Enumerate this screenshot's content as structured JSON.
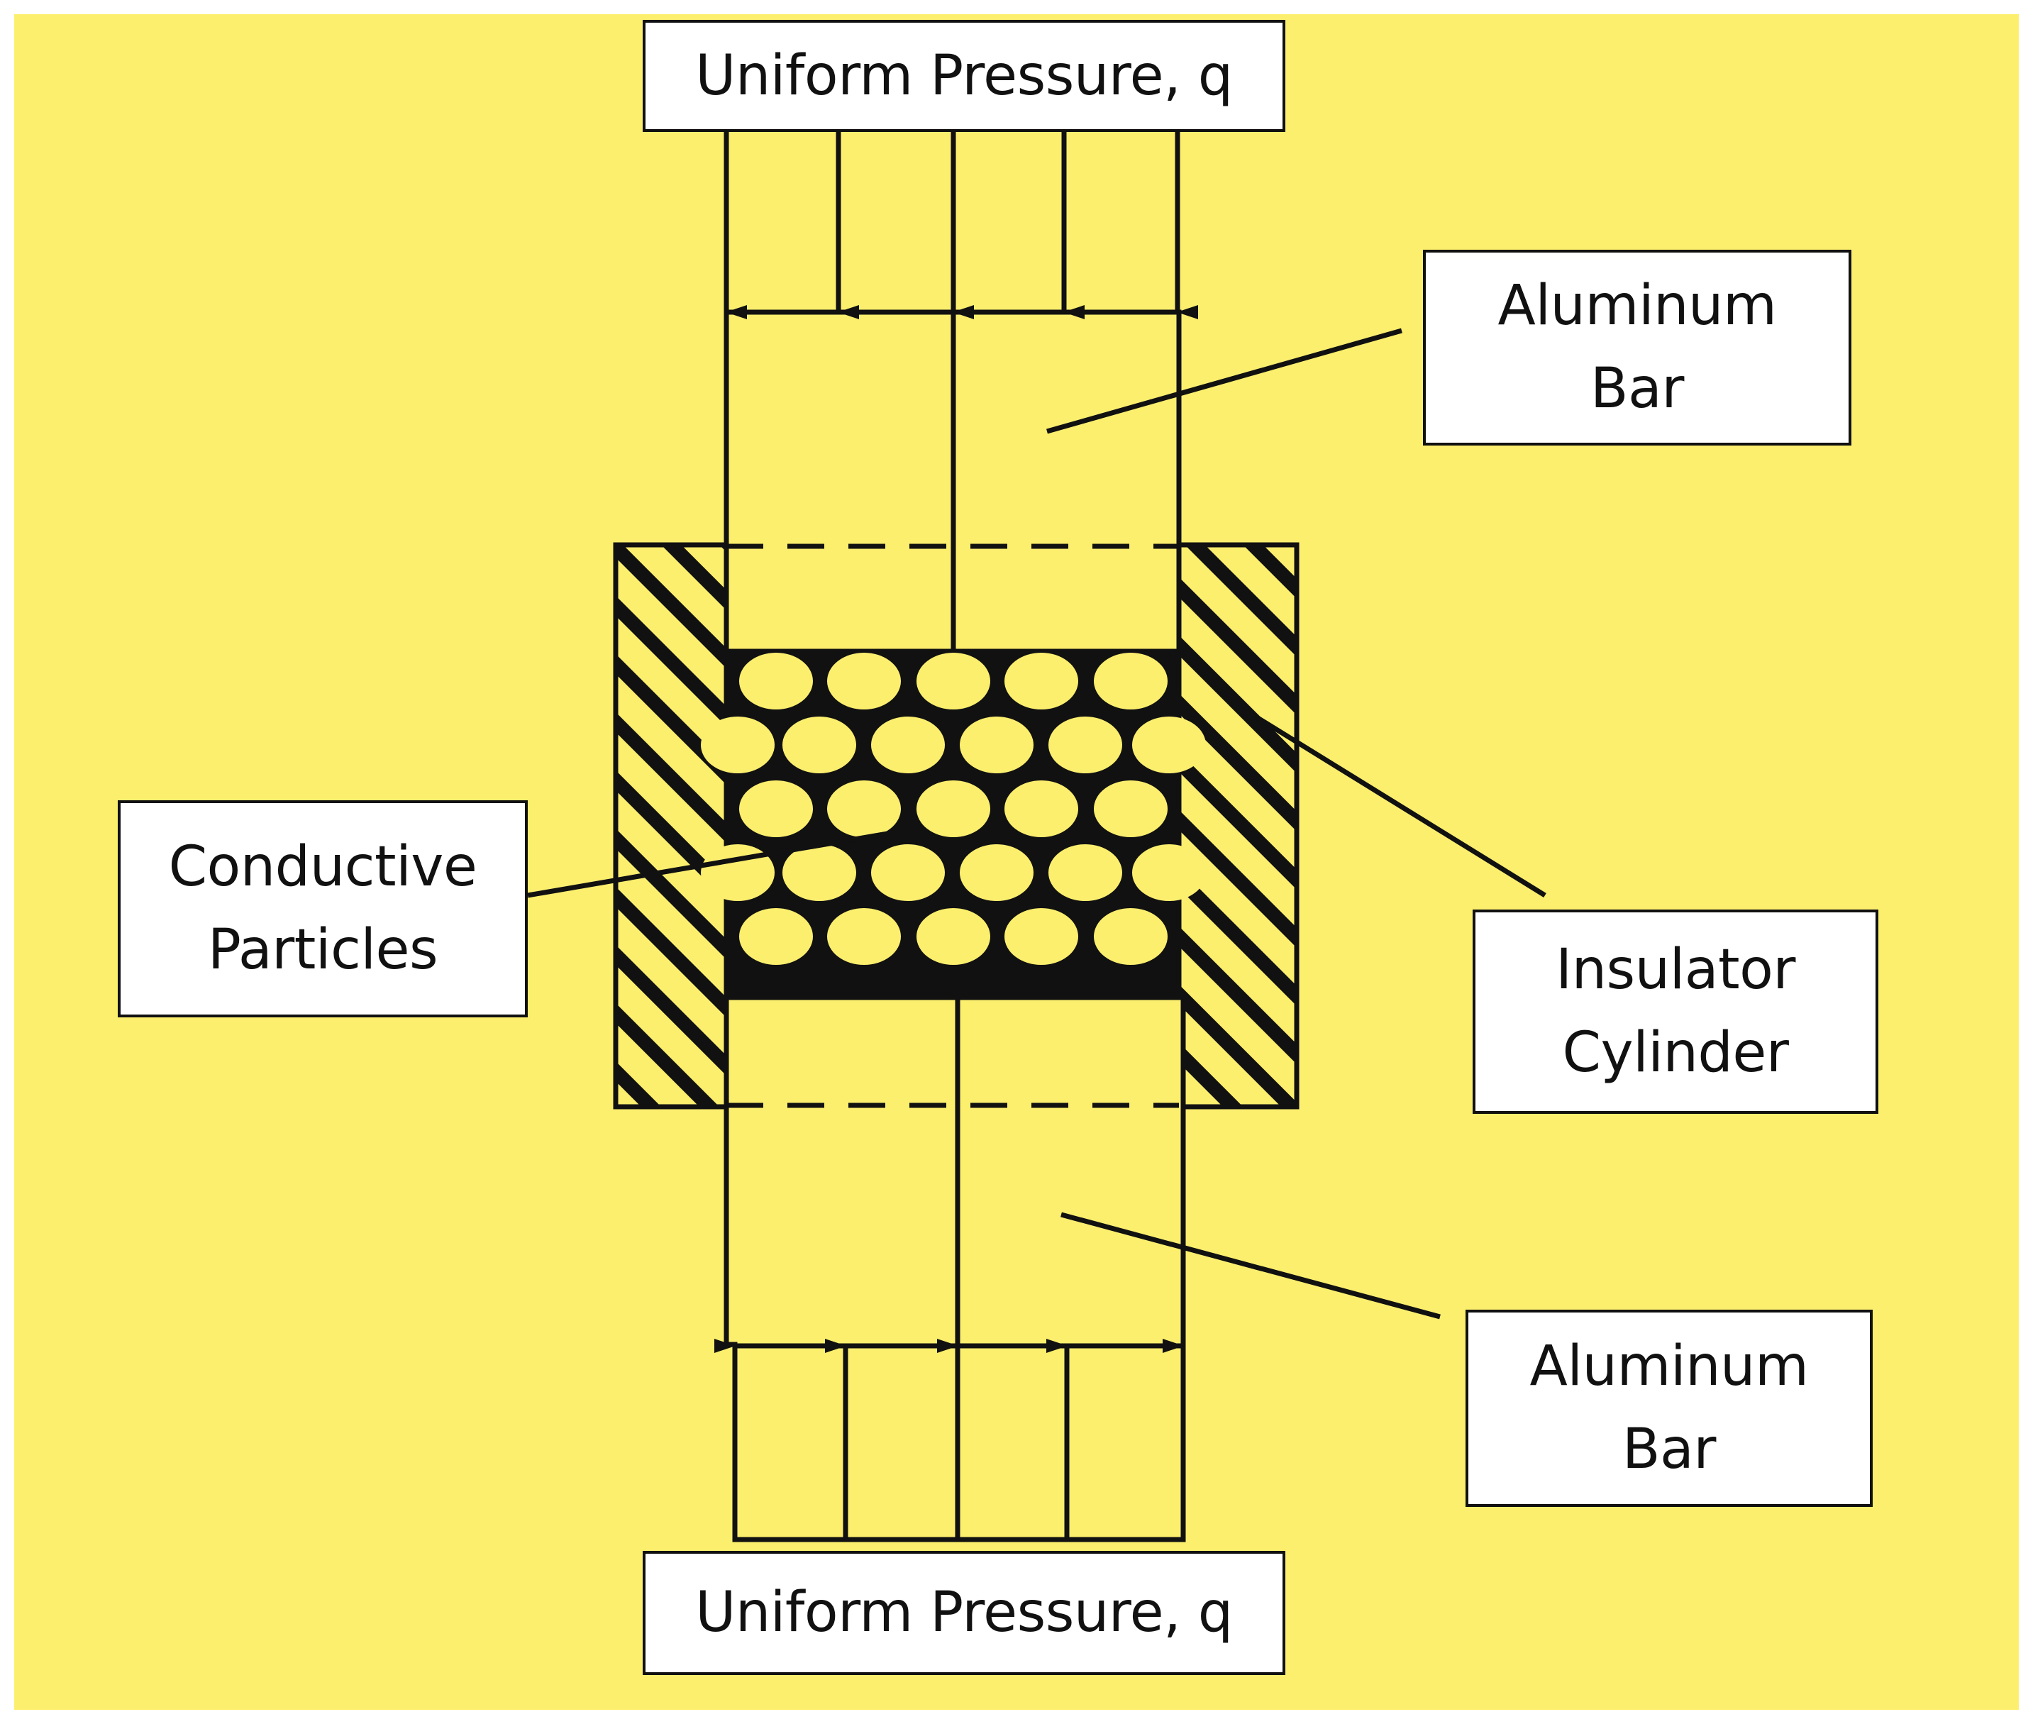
{
  "colors": {
    "background": "#fdef6e",
    "line": "#111111",
    "label_fill": "#ffffff"
  },
  "labels": {
    "top_pressure": "Uniform Pressure, q",
    "bottom_pressure": "Uniform Pressure, q",
    "aluminum_top": [
      "Aluminum",
      "Bar"
    ],
    "aluminum_bottom": [
      "Aluminum",
      "Bar"
    ],
    "insulator": [
      "Insulator",
      "Cylinder"
    ],
    "particles": [
      "Conductive",
      "Particles"
    ]
  }
}
